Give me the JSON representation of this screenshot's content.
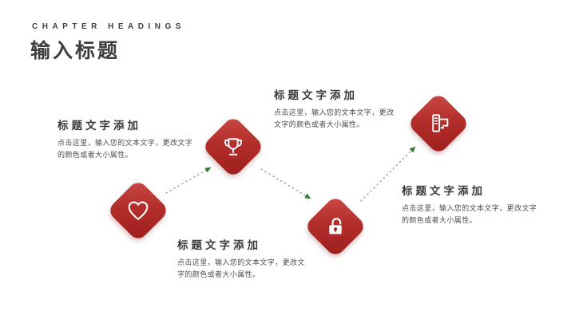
{
  "slide": {
    "eyebrow": "CHAPTER HEADINGS",
    "title": "输入标题"
  },
  "items": [
    {
      "id": "heart",
      "icon": "heart-icon",
      "heading": "标题文字添加",
      "body": "点击这里，输入您的文本文字，更改文字的颜色或者大小属性。"
    },
    {
      "id": "trophy",
      "icon": "trophy-icon",
      "heading": "标题文字添加",
      "body": "点击这里，输入您的文本文字，更改文字的颜色或者大小属性。"
    },
    {
      "id": "lock",
      "icon": "unlocked-padlock-icon",
      "heading": "标题文字添加",
      "body": "点击这里，输入您的文本文字，更改文字的颜色或者大小属性。"
    },
    {
      "id": "computer",
      "icon": "desktop-computer-icon",
      "heading": "标题文字添加",
      "body": "点击这里，输入您的文本文字，更改文字的颜色或者大小属性。"
    }
  ],
  "colors": {
    "diamond_gradient_start": "#ca4b45",
    "diamond_gradient_end": "#9c1e1e",
    "connector_dots": "#9a9a9a",
    "arrowhead": "#2e7d32",
    "heading_text": "#3a3a3a",
    "body_text": "#4d4d4d",
    "background": "#ffffff"
  }
}
